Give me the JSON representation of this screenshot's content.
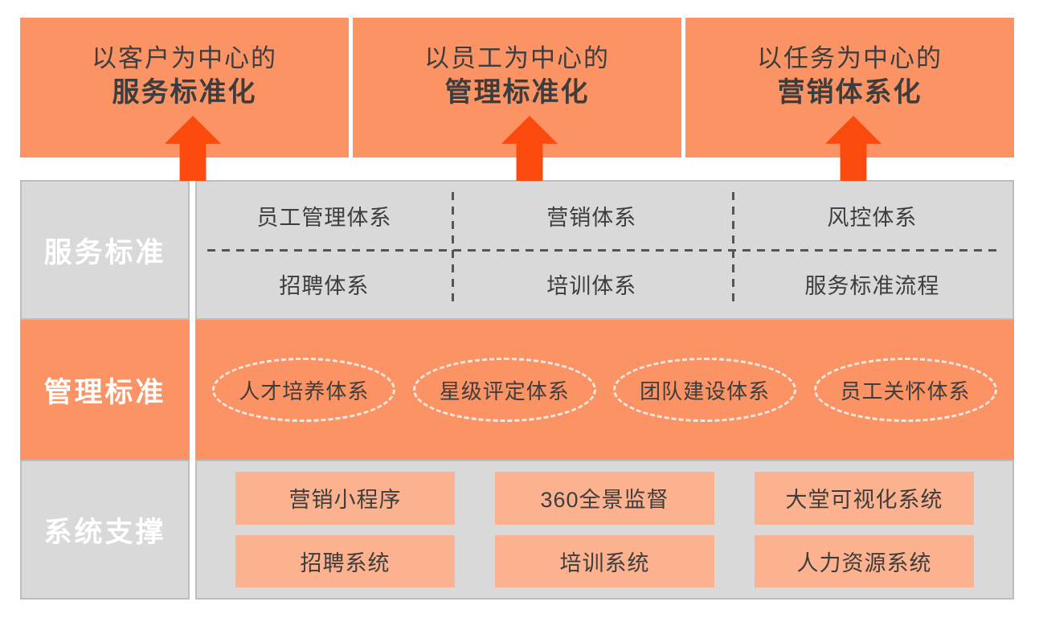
{
  "colors": {
    "light_orange": "#FB9365",
    "accent_orange": "#FA4A0D",
    "panel_gray": "#D9D9D9",
    "border_gray": "#BDBDBD",
    "box_orange": "#FCB28E",
    "text_dark": "#3D3D3D",
    "label_white": "#FFFFFF",
    "dash_dark": "#555555",
    "dash_light": "#EFEAE4"
  },
  "header": {
    "blocks": [
      {
        "line1": "以客户为中心的",
        "line2": "服务标准化"
      },
      {
        "line1": "以员工为中心的",
        "line2": "管理标准化"
      },
      {
        "line1": "以任务为中心的",
        "line2": "营销体系化"
      }
    ]
  },
  "rows": [
    {
      "label": "服务标准",
      "cells": [
        [
          "员工管理体系",
          "营销体系",
          "风控体系"
        ],
        [
          "招聘体系",
          "培训体系",
          "服务标准流程"
        ]
      ]
    },
    {
      "label": "管理标准",
      "items": [
        "人才培养体系",
        "星级评定体系",
        "团队建设体系",
        "员工关怀体系"
      ]
    },
    {
      "label": "系统支撑",
      "items": [
        [
          "营销小程序",
          "360全景监督",
          "大堂可视化系统"
        ],
        [
          "招聘系统",
          "培训系统",
          "人力资源系统"
        ]
      ]
    }
  ]
}
